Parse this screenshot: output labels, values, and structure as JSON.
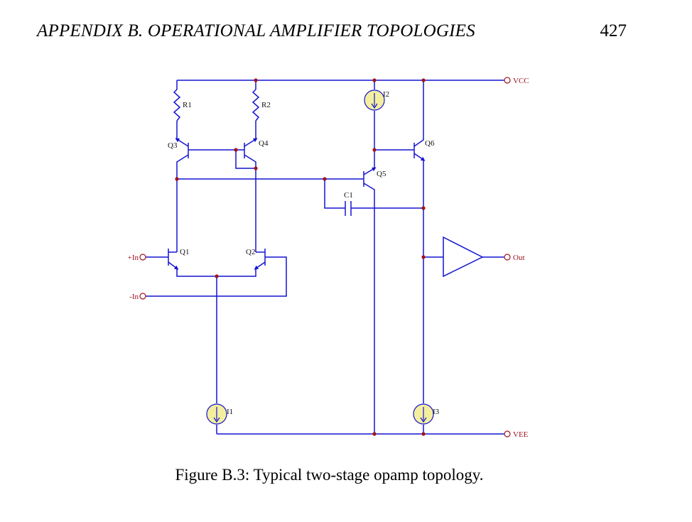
{
  "header": {
    "running_title": "APPENDIX B.  OPERATIONAL AMPLIFIER TOPOLOGIES",
    "page_number": "427"
  },
  "figure": {
    "caption": "Figure B.3:  Typical two-stage opamp topology.",
    "colors": {
      "wire": "#1414d2",
      "node": "#a0141e",
      "source_fill": "#f4ef9e",
      "label": "#111111"
    },
    "terminals": {
      "vcc": "VCC",
      "vee": "VEE",
      "in_plus": "+In",
      "in_minus": "-In",
      "out": "Out"
    },
    "components": {
      "r1": "R1",
      "r2": "R2",
      "q1": "Q1",
      "q2": "Q2",
      "q3": "Q3",
      "q4": "Q4",
      "q5": "Q5",
      "q6": "Q6",
      "c1": "C1",
      "i1": "I1",
      "i2": "I2",
      "i3": "I3"
    }
  }
}
